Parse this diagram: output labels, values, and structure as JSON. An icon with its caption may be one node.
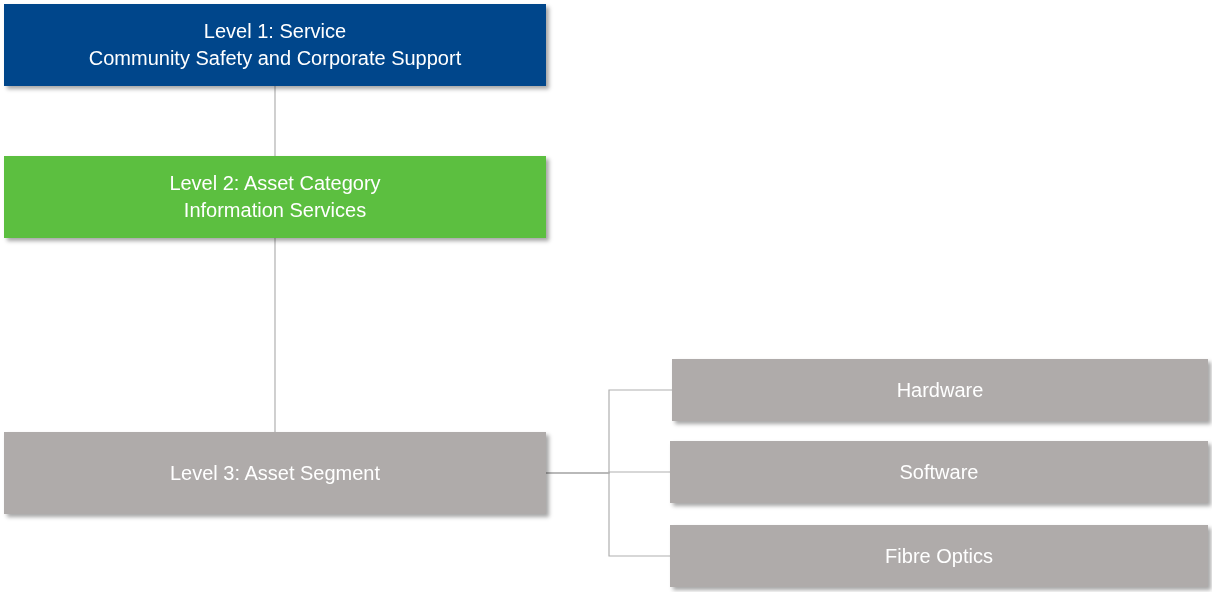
{
  "diagram": {
    "nodes": [
      {
        "text": [
          "Level 1: Service",
          "Community Safety and Corporate Support"
        ]
      },
      {
        "text": [
          "Level 2: Asset Category",
          "Information Services"
        ]
      },
      {
        "text": [
          "Level 3: Asset Segment"
        ]
      },
      {
        "text": [
          "Hardware"
        ]
      },
      {
        "text": [
          "Software"
        ]
      },
      {
        "text": [
          "Fibre Optics"
        ]
      }
    ],
    "edges": [
      {
        "from": 0,
        "to": 1,
        "arrow": "none"
      },
      {
        "from": 1,
        "to": 2,
        "arrow": "none"
      },
      {
        "from": 2,
        "to": 3,
        "arrow": "none"
      },
      {
        "from": 2,
        "to": 4,
        "arrow": "none"
      },
      {
        "from": 2,
        "to": 5,
        "arrow": "none"
      }
    ]
  }
}
